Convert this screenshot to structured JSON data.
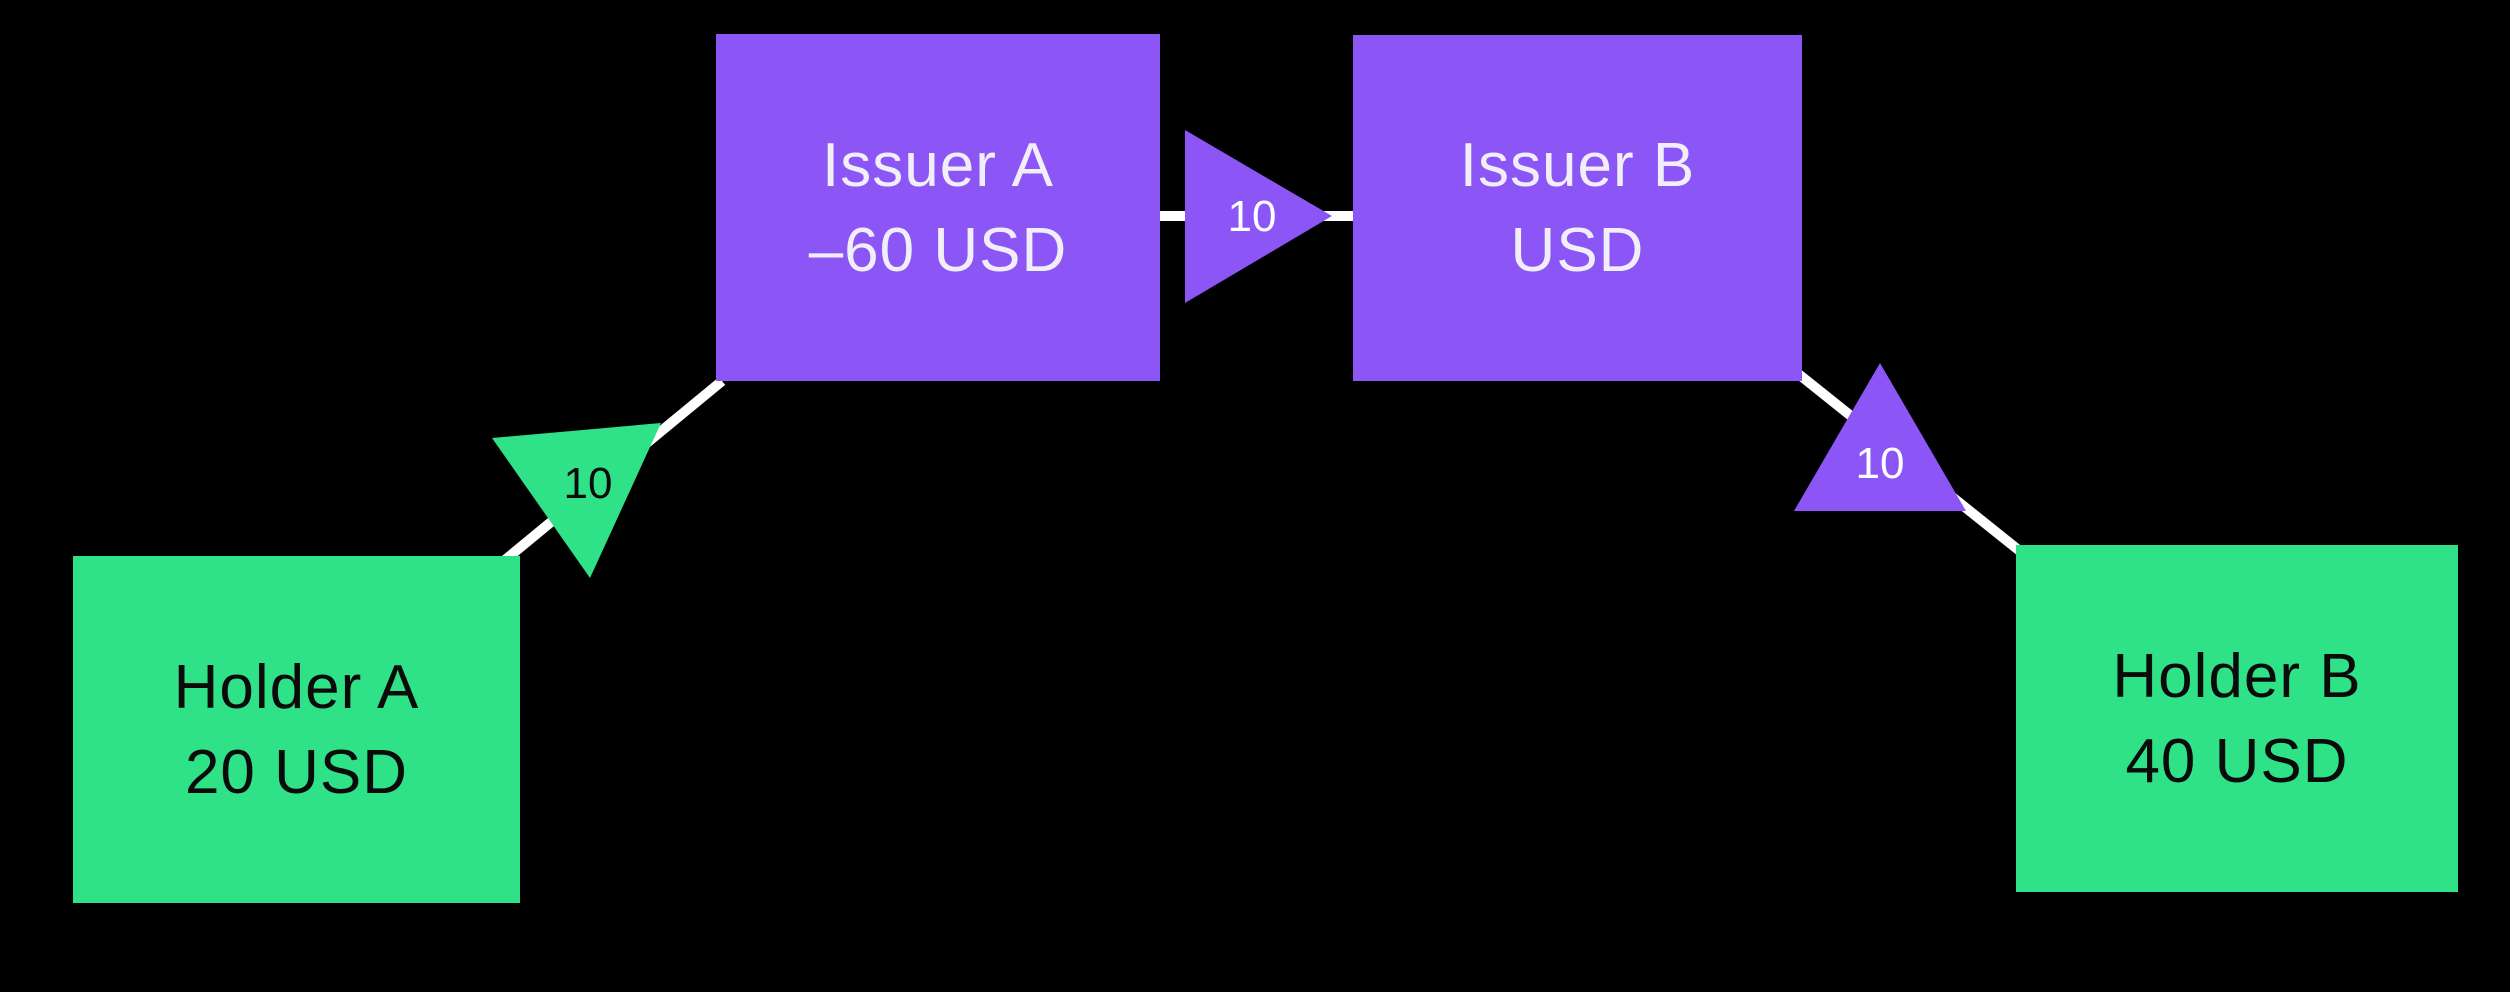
{
  "diagram": {
    "description": "Two-tier ledger transfer diagram on black background",
    "nodes": [
      {
        "id": "holder-a",
        "type": "holder",
        "line1": "Holder A",
        "line2": "20 USD"
      },
      {
        "id": "issuer-a",
        "type": "issuer",
        "line1": "Issuer A",
        "line2": "–60 USD"
      },
      {
        "id": "issuer-b",
        "type": "issuer",
        "line1": "Issuer B",
        "line2": "USD"
      },
      {
        "id": "holder-b",
        "type": "holder",
        "line1": "Holder B",
        "line2": "40 USD"
      }
    ],
    "edges": [
      {
        "between": [
          "holder-a",
          "issuer-a"
        ],
        "amount": "10",
        "arrow_color": "green",
        "arrow_points": "down"
      },
      {
        "between": [
          "issuer-a",
          "issuer-b"
        ],
        "amount": "10",
        "arrow_color": "purple",
        "arrow_points": "right"
      },
      {
        "between": [
          "issuer-b",
          "holder-b"
        ],
        "amount": "10",
        "arrow_color": "purple",
        "arrow_points": "up"
      }
    ],
    "colors": {
      "background": "#000000",
      "issuer_box": "#8c55f6",
      "holder_box": "#30e287",
      "issuer_text": "#f1eef8",
      "holder_text": "#0b0b0b",
      "line": "#ffffff",
      "arrow_label_light": "#ffffff",
      "arrow_label_dark": "#0b0b0b"
    }
  }
}
